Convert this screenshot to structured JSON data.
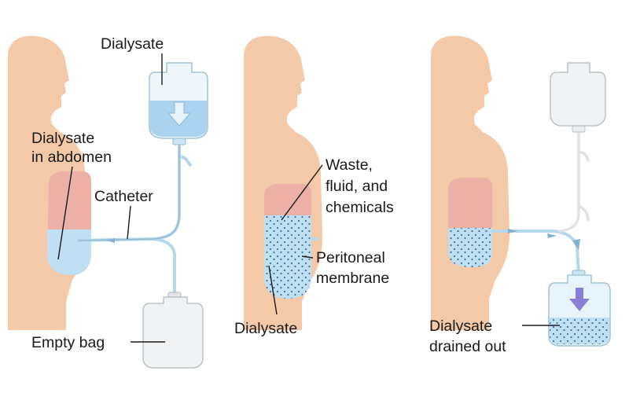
{
  "panels": [
    {
      "labels": {
        "dialysate_top": "Dialysate",
        "dialysate_abdomen_1": "Dialysate",
        "dialysate_abdomen_2": "in abdomen",
        "catheter": "Catheter",
        "empty_bag": "Empty bag"
      }
    },
    {
      "labels": {
        "waste_1": "Waste,",
        "waste_2": "fluid, and",
        "waste_3": "chemicals",
        "membrane_1": "Peritoneal",
        "membrane_2": "membrane",
        "dialysate": "Dialysate"
      }
    },
    {
      "labels": {
        "drained_1": "Dialysate",
        "drained_2": "drained out"
      }
    }
  ],
  "colors": {
    "skin": "#f3c9a8",
    "abdomen_lining": "#ecb0a6",
    "fluid": "#bfe0f3",
    "tube": "#b5d7ea",
    "bag_outline": "#a9bcc6",
    "empty_bag": "#f1f2f3",
    "dots": "#3b6f9e"
  }
}
